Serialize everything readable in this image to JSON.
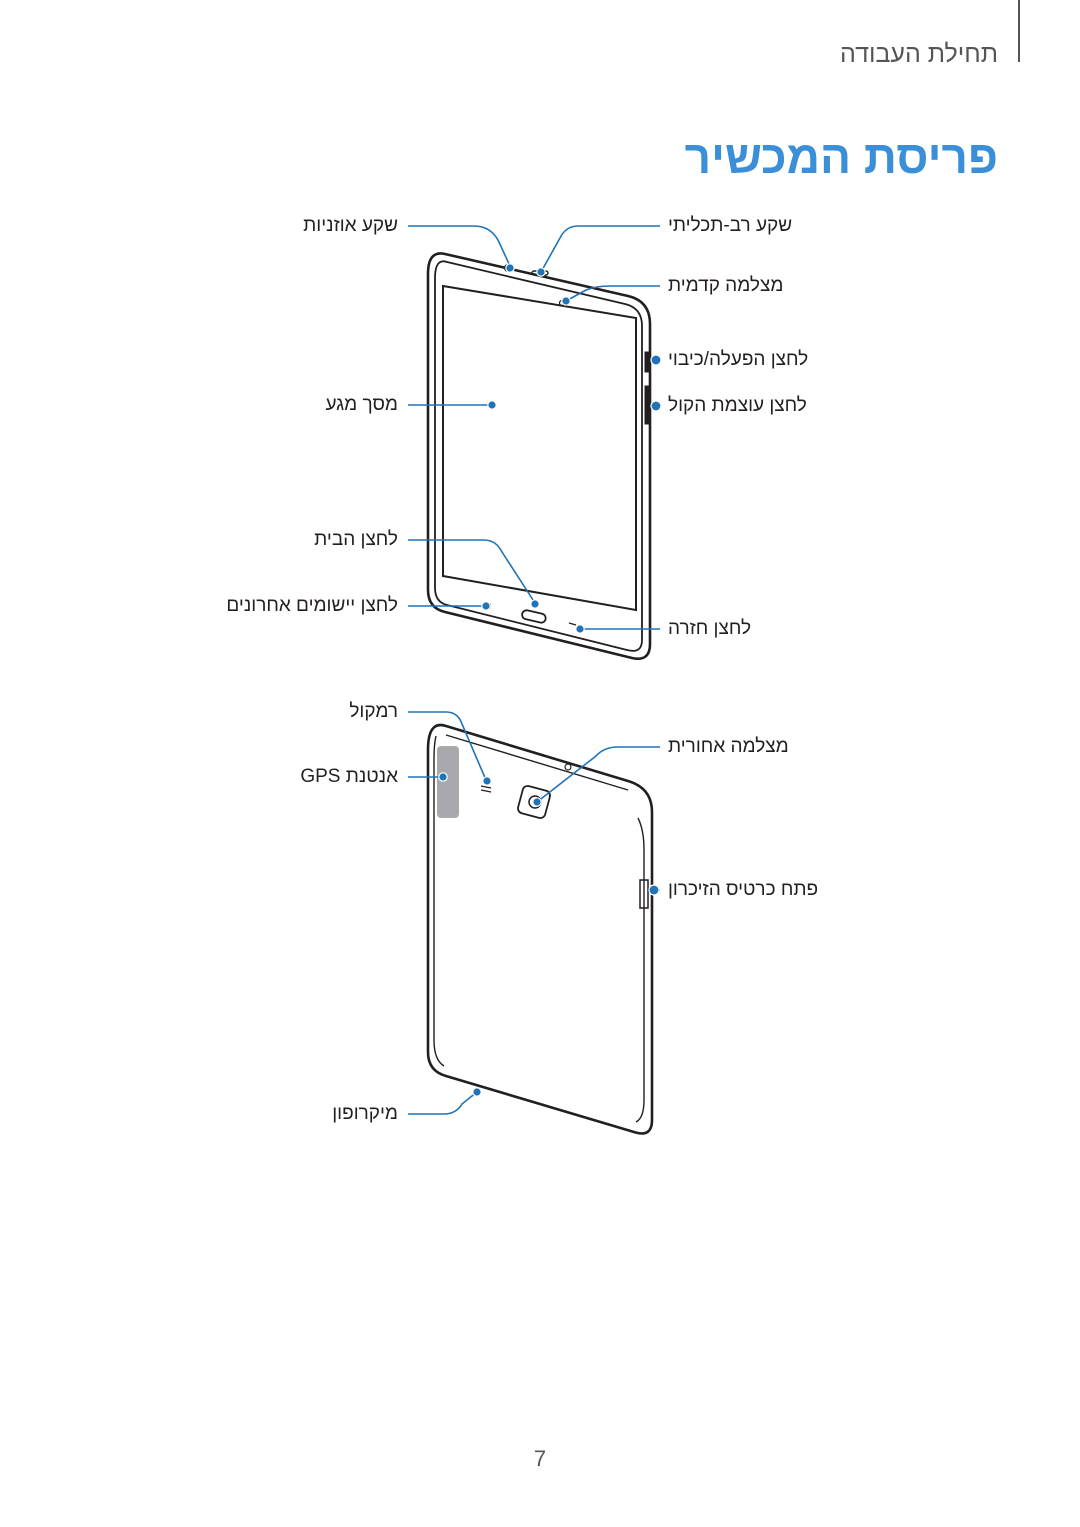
{
  "header": {
    "section": "תחילת העבודה"
  },
  "title": "פריסת המכשיר",
  "colors": {
    "accent": "#3a8fd8",
    "callout_line": "#1f73b7",
    "device_outline": "#231f20",
    "gps_area": "#a7a9ac"
  },
  "front_view": {
    "left_callouts": [
      "שקע אוזניות",
      "מסך מגע",
      "לחצן הבית",
      "לחצן יישומים אחרונים"
    ],
    "right_callouts": [
      "שקע רב-תכליתי",
      "מצלמה קדמית",
      "לחצן הפעלה/כיבוי",
      "לחצן עוצמת הקול",
      "לחצן חזרה"
    ]
  },
  "back_view": {
    "left_callouts": [
      "רמקול",
      "אנטנת GPS",
      "מיקרופון"
    ],
    "right_callouts": [
      "מצלמה אחורית",
      "פתח כרטיס הזיכרון"
    ]
  },
  "page_number": "7"
}
